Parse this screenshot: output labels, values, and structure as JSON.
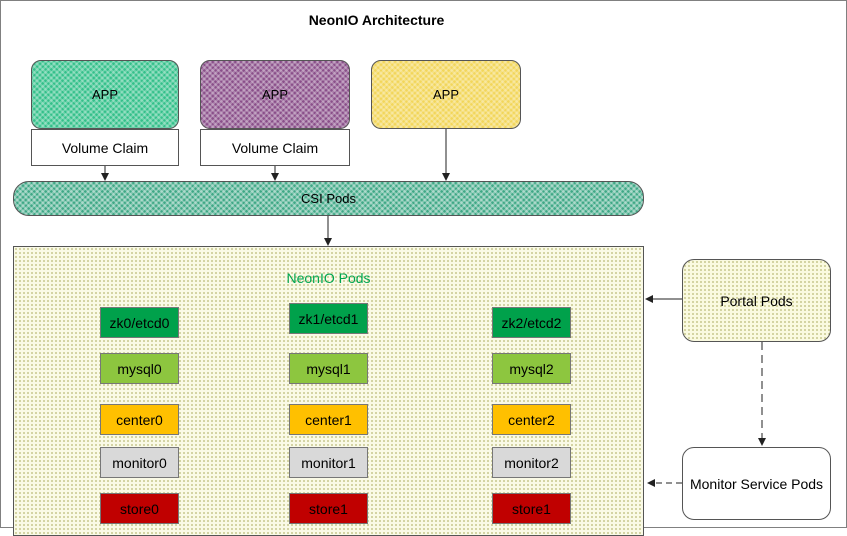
{
  "title": "NeonIO Architecture",
  "apps": [
    "APP",
    "APP",
    "APP"
  ],
  "volume_claims": [
    "Volume Claim",
    "Volume Claim"
  ],
  "csi": "CSI Pods",
  "neonio_pods": {
    "title": "NeonIO Pods",
    "zk": [
      "zk0/etcd0",
      "zk1/etcd1",
      "zk2/etcd2"
    ],
    "mysql": [
      "mysql0",
      "mysql1",
      "mysql2"
    ],
    "center": [
      "center0",
      "center1",
      "center2"
    ],
    "monitor": [
      "monitor0",
      "monitor1",
      "monitor2"
    ],
    "store": [
      "store0",
      "store1",
      "store1"
    ]
  },
  "portal": "Portal Pods",
  "monitor_service": "Monitor Service Pods",
  "colors": {
    "zk": "#00a14b",
    "mysql": "#8dc63f",
    "center": "#ffc000",
    "monitor": "#d9d9d9",
    "store": "#c00000",
    "neonio_title": "#00a650"
  }
}
